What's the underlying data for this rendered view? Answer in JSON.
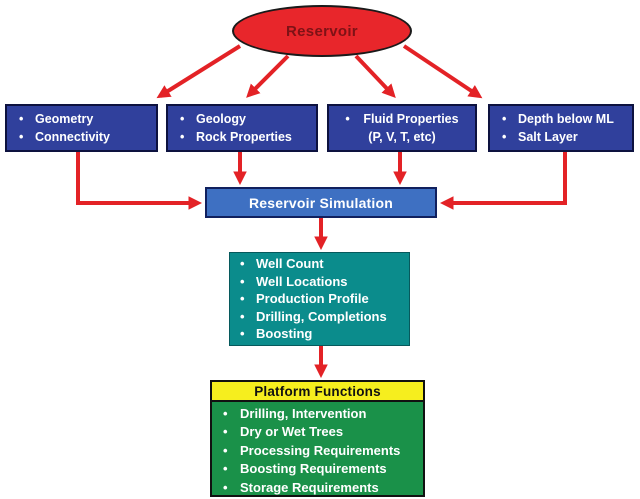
{
  "colors": {
    "arrow_red": "#e32226",
    "ellipse_fill": "#e8262b",
    "ellipse_text": "#7e1216",
    "input_box_fill": "#30409c",
    "input_box_border": "#0d123f",
    "sim_fill": "#3e70c2",
    "sim_border": "#10205e",
    "teal_fill": "#0b8c8c",
    "green_fill": "#1a9149",
    "yellow_fill": "#f6ee1e"
  },
  "reservoir_label": "Reservoir",
  "input_boxes": [
    {
      "items": [
        "Geometry",
        "Connectivity"
      ]
    },
    {
      "items": [
        "Geology",
        "Rock Properties"
      ]
    },
    {
      "items": [
        "Fluid Properties",
        "(P, V, T, etc)"
      ]
    },
    {
      "items": [
        "Depth below ML",
        "Salt Layer"
      ]
    }
  ],
  "simulation_label": "Reservoir Simulation",
  "well_planning_box": {
    "items": [
      "Well Count",
      "Well Locations",
      "Production Profile",
      "Drilling, Completions",
      "Boosting"
    ]
  },
  "platform_box": {
    "header": "Platform Functions",
    "items": [
      "Drilling, Intervention",
      "Dry or Wet Trees",
      "Processing Requirements",
      "Boosting Requirements",
      "Storage Requirements"
    ]
  }
}
